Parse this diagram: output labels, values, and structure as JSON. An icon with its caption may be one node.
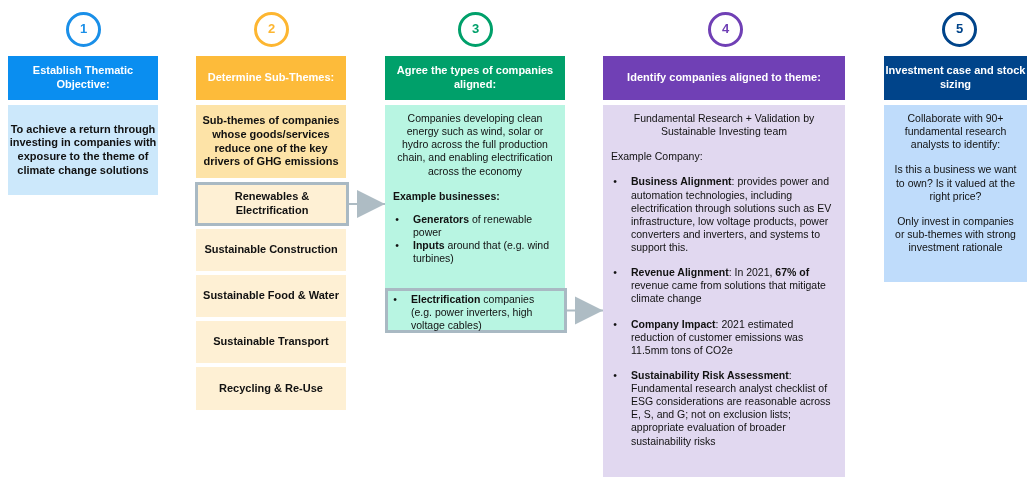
{
  "diagram": {
    "nodes": [
      {
        "text": [
          "1"
        ]
      },
      {
        "text": [
          "Establish Thematic Objective:"
        ]
      },
      {
        "text": [
          "To achieve a return through investing in companies with exposure to the theme of climate change solutions"
        ]
      },
      {
        "text": [
          "2"
        ]
      },
      {
        "text": [
          "Determine Sub-Themes:"
        ]
      },
      {
        "text": [
          "Sub-themes of companies whose goods/services reduce one of the key drivers of GHG emissions"
        ]
      },
      {
        "text": [
          "Renewables & Electrification"
        ]
      },
      {
        "text": [
          "Sustainable Construction"
        ]
      },
      {
        "text": [
          "Sustainable Food & Water"
        ]
      },
      {
        "text": [
          "Sustainable Transport"
        ]
      },
      {
        "text": [
          "Recycling & Re-Use"
        ]
      },
      {
        "text": [
          "3"
        ]
      },
      {
        "text": [
          "Agree the types of companies aligned:"
        ]
      },
      {
        "text": [
          "Companies developing clean energy such as wind, solar or hydro across the full production chain, and enabling electrification across the economy",
          "Example businesses:",
          "•",
          "**Generators** of renewable power",
          "•",
          "**Inputs** around that (e.g. wind turbines)"
        ]
      },
      {
        "text": [
          "•",
          "**Electrification** companies (e.g. power inverters, high voltage cables)"
        ],
        "in": 13
      },
      {
        "text": [
          "4"
        ]
      },
      {
        "text": [
          "Identify companies aligned to theme:"
        ]
      },
      {
        "text": [
          "Fundamental Research + Validation by Sustainable Investing team",
          "Example Company:",
          "•",
          "**Business Alignment**: provides power and automation technologies, including electrification through solutions such as EV infrastructure, low voltage products, power converters and inverters, and systems to support this.",
          "•",
          "**Revenue Alignment**: In 2021, **67% of** revenue came from solutions that mitigate climate change",
          "•",
          "**Company Impact**: 2021 estimated reduction of customer emissions was 11.5mm tons of CO2e",
          "•",
          "**Sustainability Risk Assessment**: Fundamental research analyst checklist of ESG considerations are reasonable across E, S, and G; not on exclusion lists; appropriate evaluation of broader sustainability risks"
        ]
      },
      {
        "text": [
          "5"
        ]
      },
      {
        "text": [
          "Investment case and stock sizing"
        ]
      },
      {
        "text": [
          "Collaborate with 90+ fundamental research analysts to identify:",
          "Is this a business we want to own? Is it valued at the right price?",
          "Only invest in companies or sub-themes with strong investment rationale"
        ]
      }
    ],
    "edges": [
      {
        "from": 6,
        "to": 13,
        "arrow": "to"
      },
      {
        "from": 14,
        "to": 17,
        "arrow": "to"
      }
    ]
  }
}
